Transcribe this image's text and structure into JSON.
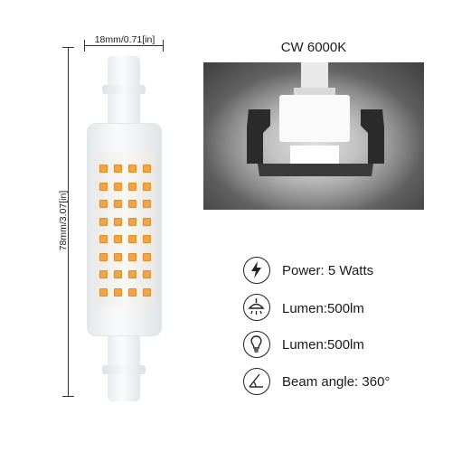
{
  "dimensions": {
    "width_label": "18mm/0.71[in]",
    "height_label": "78mm/3.07[in]"
  },
  "photo": {
    "caption": "CW 6000K"
  },
  "specs": [
    {
      "icon": "lightning-icon",
      "label": "Power: 5 Watts"
    },
    {
      "icon": "ceiling-lamp-icon",
      "label": "Lumen:500lm"
    },
    {
      "icon": "bulb-icon",
      "label": "Lumen:500lm"
    },
    {
      "icon": "beam-angle-icon",
      "label": "Beam angle: 360°"
    }
  ],
  "colors": {
    "led": "#f0a547",
    "bulb_body": "#f2f4f6",
    "text": "#1a1a1a"
  }
}
